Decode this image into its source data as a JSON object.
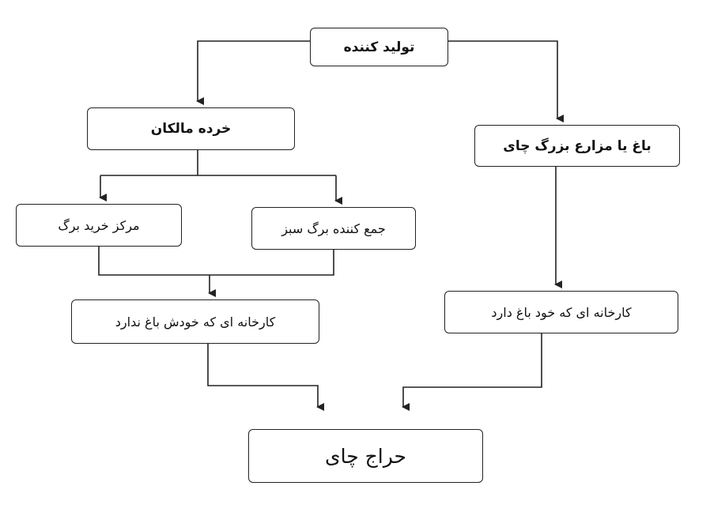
{
  "nodes": {
    "producer": "تولید کننده",
    "smallholders": "خرده مالکان",
    "large_garden": "باغ یا مزارع بزرگ چای",
    "leaf_center": "مرکز خرید برگ",
    "leaf_collector": "جمع کننده برگ سبز",
    "factory_no_garden": "کارخانه ای که خودش باغ ندارد",
    "factory_with_garden": "کارخانه ای که خود باغ دارد",
    "tea_auction": "حراج چای"
  },
  "colors": {
    "line": "#222222",
    "box_border": "#222222",
    "background": "#ffffff",
    "text": "#111111"
  }
}
